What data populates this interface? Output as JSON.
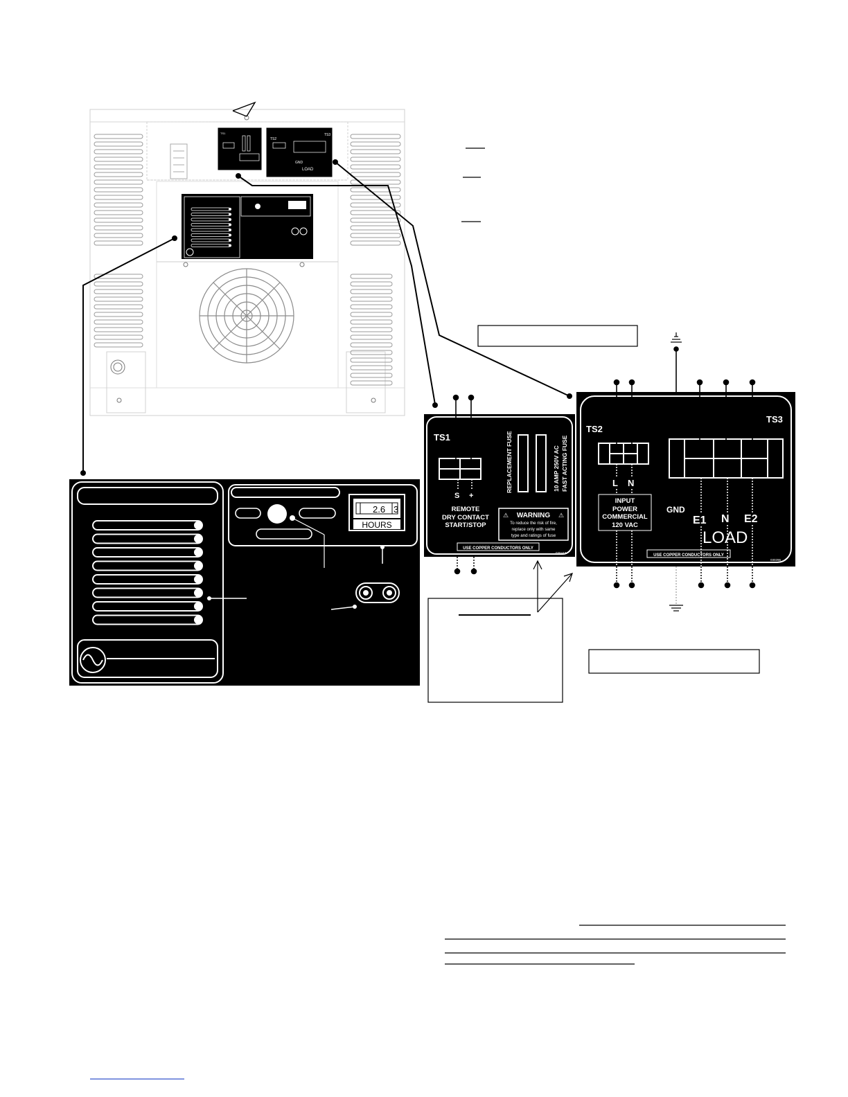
{
  "ts1_label": {
    "title": "TS1",
    "terminal_s": "S",
    "terminal_plus": "+",
    "remote_lines": [
      "REMOTE",
      "DRY CONTACT",
      "START/STOP"
    ],
    "fuse_label": "REPLACEMENT FUSE",
    "fuse_rating_1": "10 AMP 250V AC",
    "fuse_rating_2": "FAST ACTING FUSE",
    "warning_title": "WARNING",
    "warning_lines": [
      "To reduce the risk of fire,",
      "replace only with same",
      "type and ratings of fuse"
    ],
    "copper_note": "USE COPPER CONDUCTORS ONLY",
    "part_number": "030447"
  },
  "ts23_label": {
    "ts2_title": "TS2",
    "ts3_title": "TS3",
    "terminal_l": "L",
    "terminal_n": "N",
    "input_lines": [
      "INPUT",
      "POWER",
      "COMMERCIAL",
      "120 VAC"
    ],
    "gnd": "GND",
    "e1": "E1",
    "n": "N",
    "e2": "E2",
    "load": "LOAD",
    "copper_note": "USE COPPER CONDUCTORS ONLY",
    "part_number": "030296"
  },
  "control_panel": {
    "hour_meter_value": "2.6",
    "hour_meter_tenth": "3",
    "hour_meter_unit": "HOURS"
  }
}
